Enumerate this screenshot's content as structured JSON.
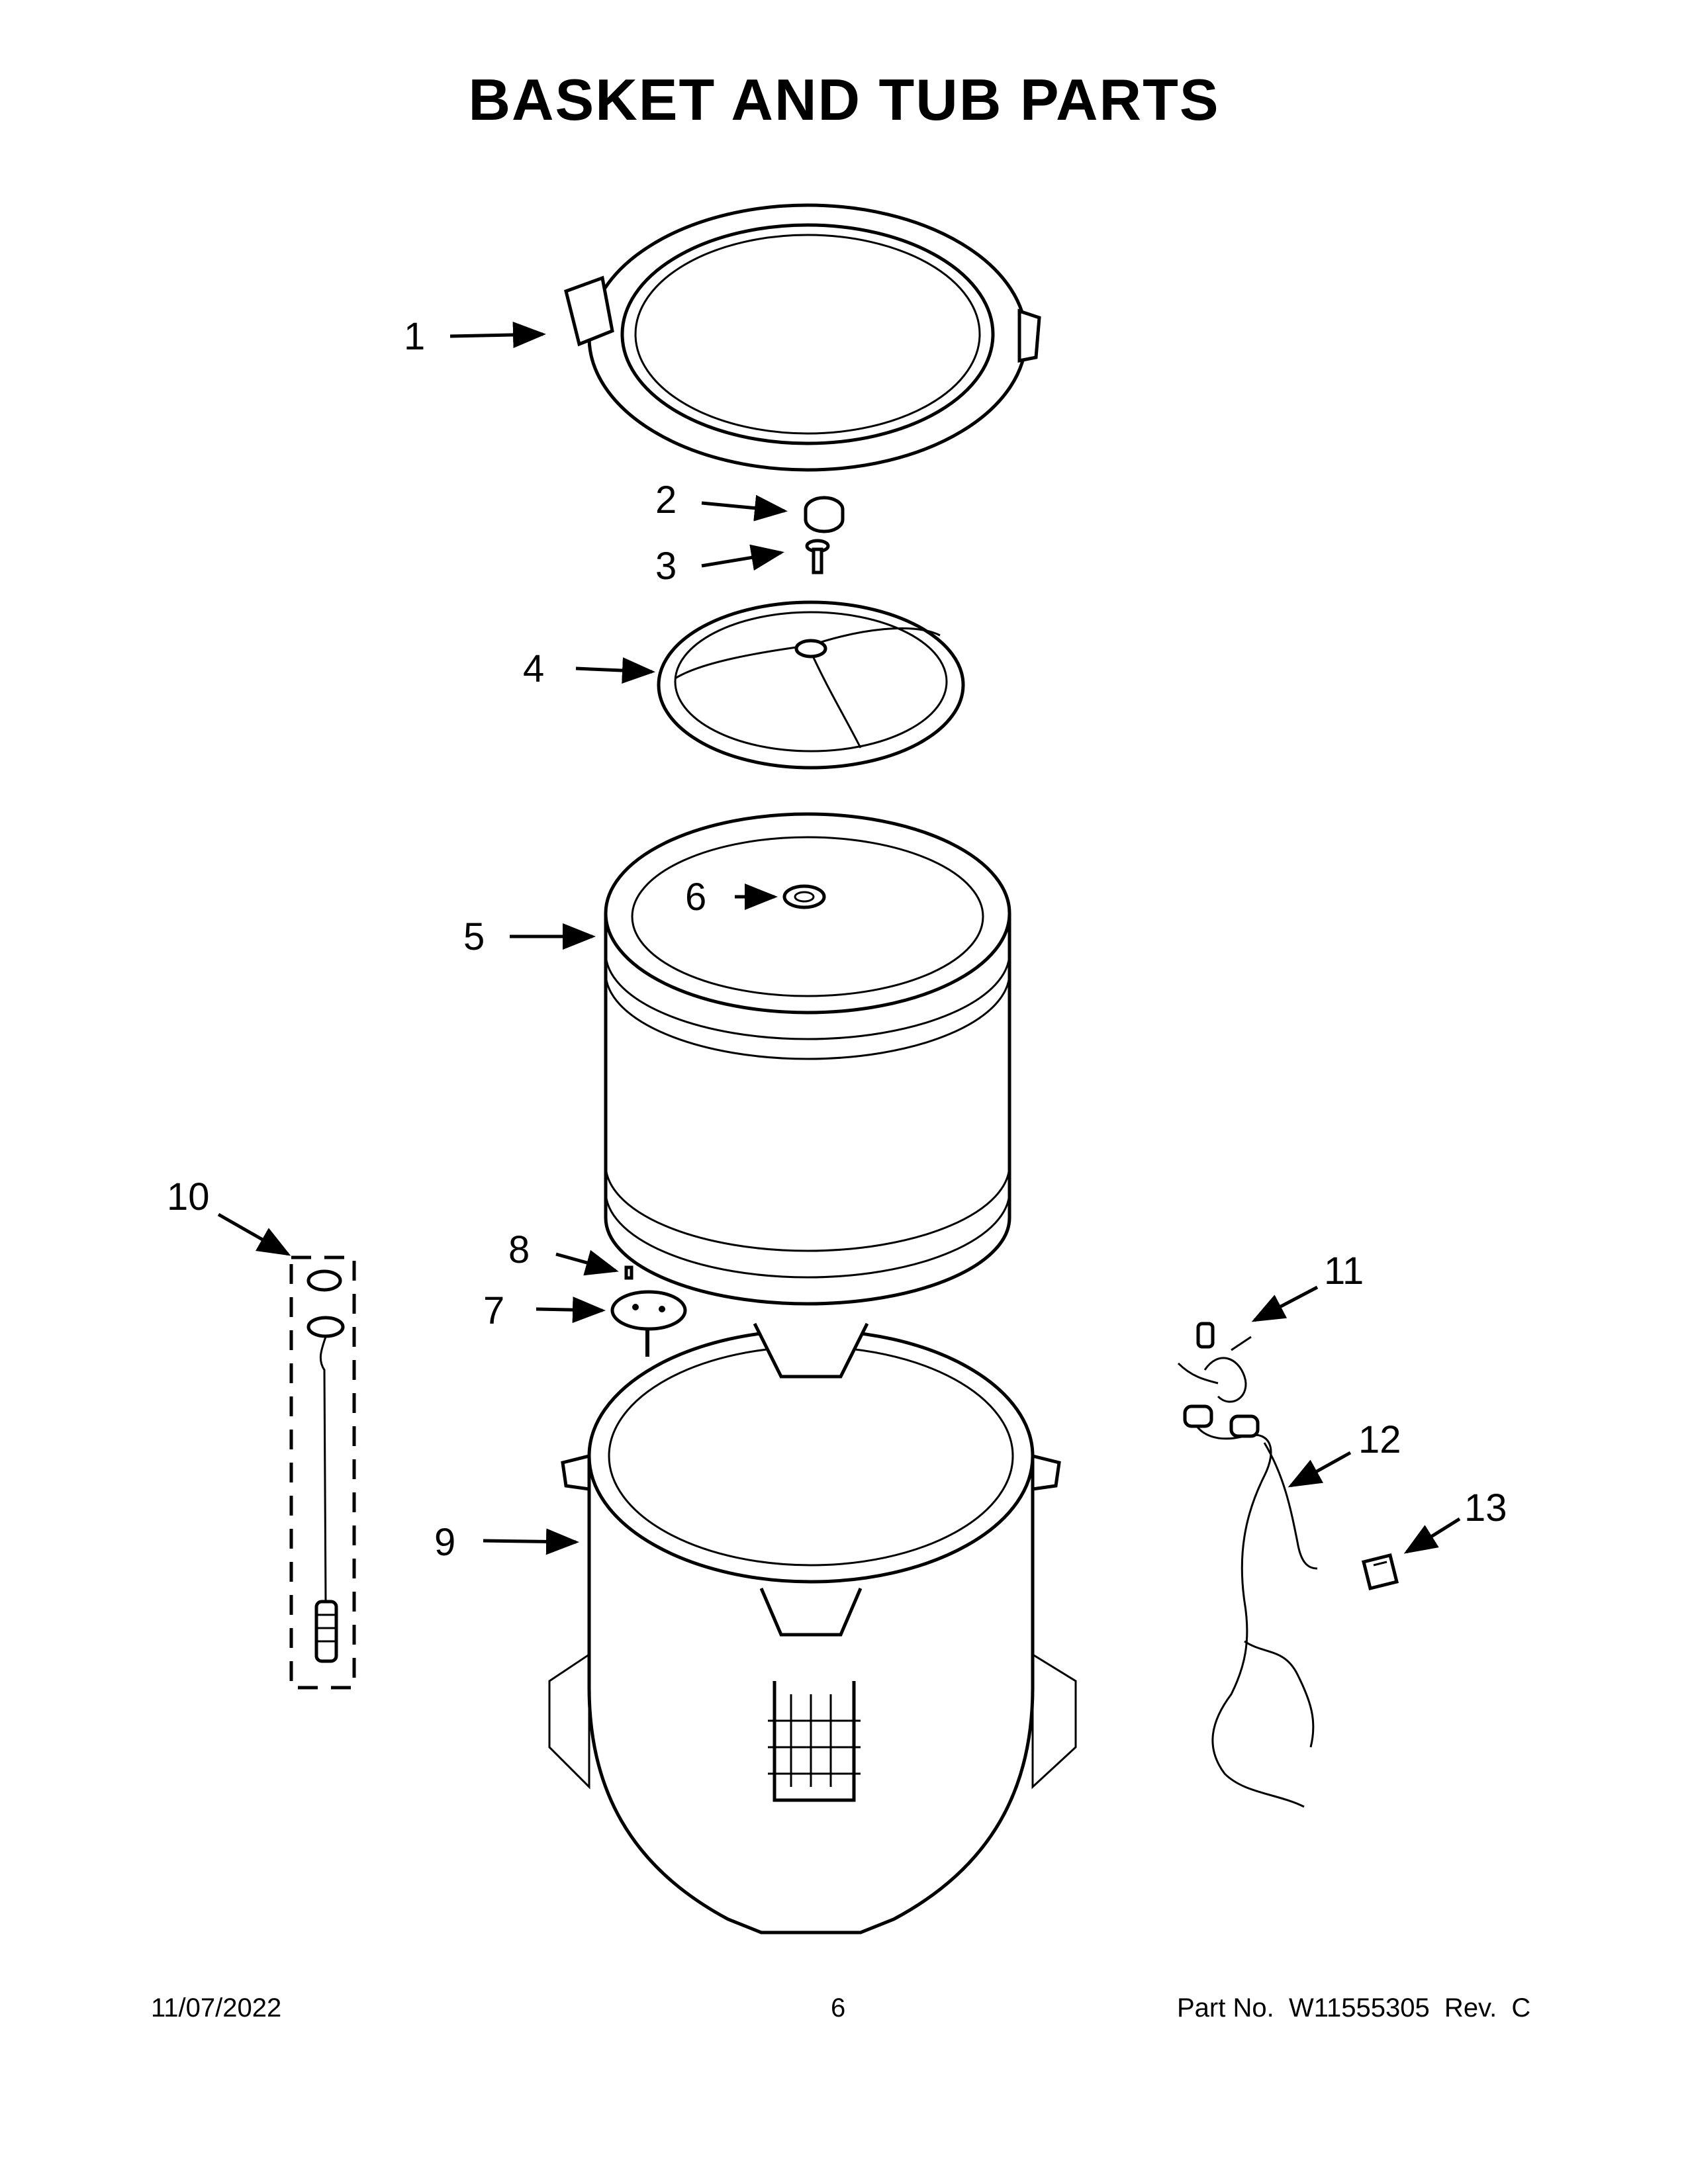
{
  "title": "BASKET AND TUB PARTS",
  "callouts": [
    {
      "number": "1"
    },
    {
      "number": "2"
    },
    {
      "number": "3"
    },
    {
      "number": "4"
    },
    {
      "number": "5"
    },
    {
      "number": "6"
    },
    {
      "number": "7"
    },
    {
      "number": "8"
    },
    {
      "number": "9"
    },
    {
      "number": "10"
    },
    {
      "number": "11"
    },
    {
      "number": "12"
    },
    {
      "number": "13"
    }
  ],
  "footer": {
    "date": "11/07/2022",
    "page": "6",
    "part_label": "Part No.  W11555305  Rev.  C"
  }
}
